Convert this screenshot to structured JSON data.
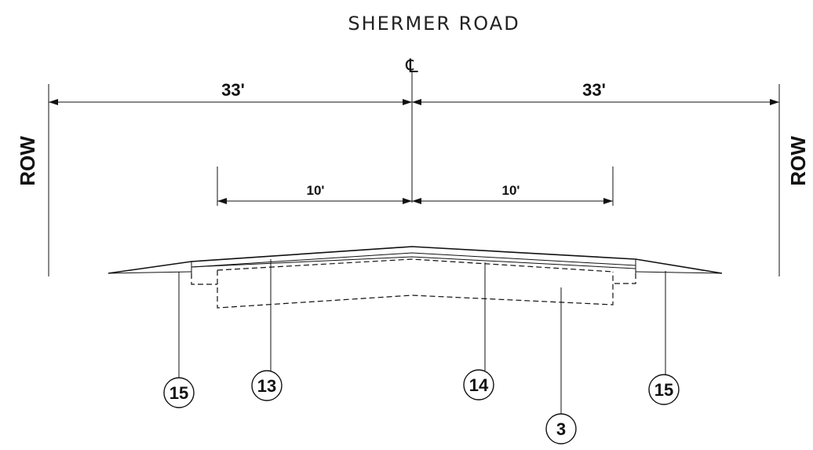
{
  "title": "SHERMER ROAD",
  "centerline_symbol": "℄",
  "row_label": "ROW",
  "dimensions": {
    "outer_left": "33'",
    "outer_right": "33'",
    "inner_left": "10'",
    "inner_right": "10'"
  },
  "callouts": [
    "15",
    "13",
    "14",
    "3",
    "15"
  ]
}
